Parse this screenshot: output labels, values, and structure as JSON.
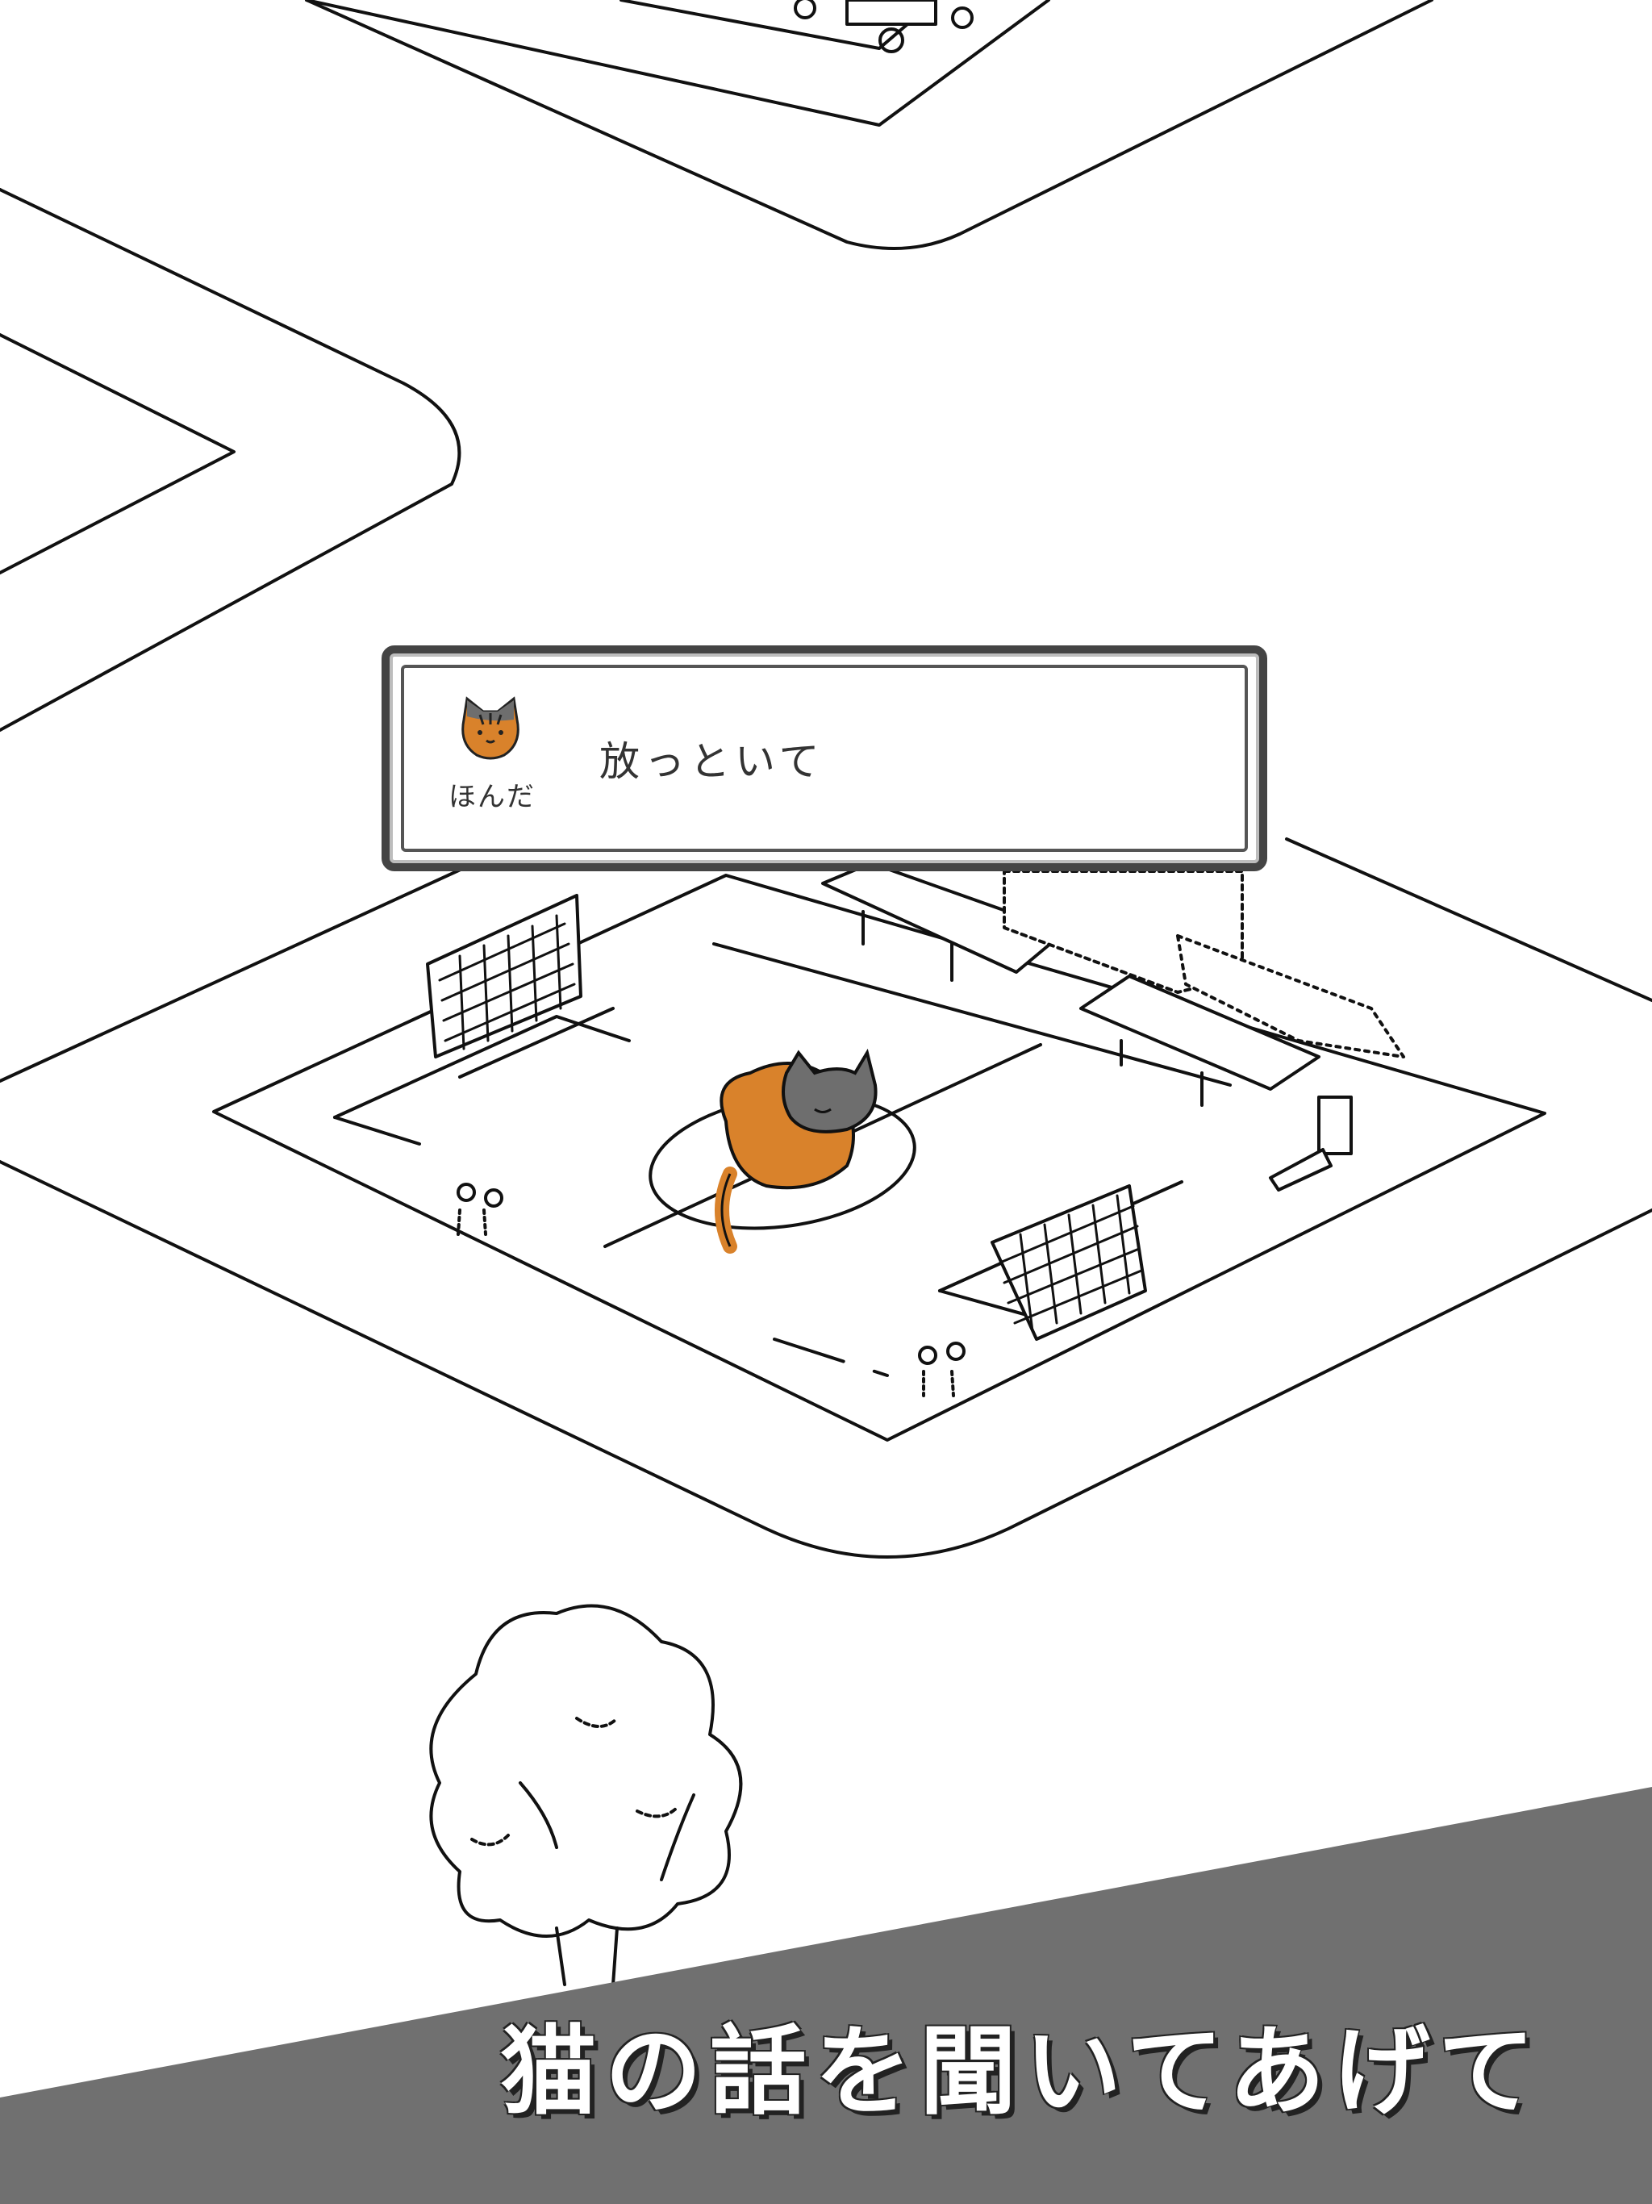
{
  "dialog": {
    "speaker_name": "ほんだ",
    "message": "放っといて",
    "avatar_icon": "cat-face-icon"
  },
  "banner": {
    "caption": "猫の話を聞いてあげて"
  },
  "colors": {
    "cat_orange": "#d9822b",
    "cat_gray": "#6e6e6e",
    "banner_gray": "#707070",
    "line": "#111111"
  }
}
